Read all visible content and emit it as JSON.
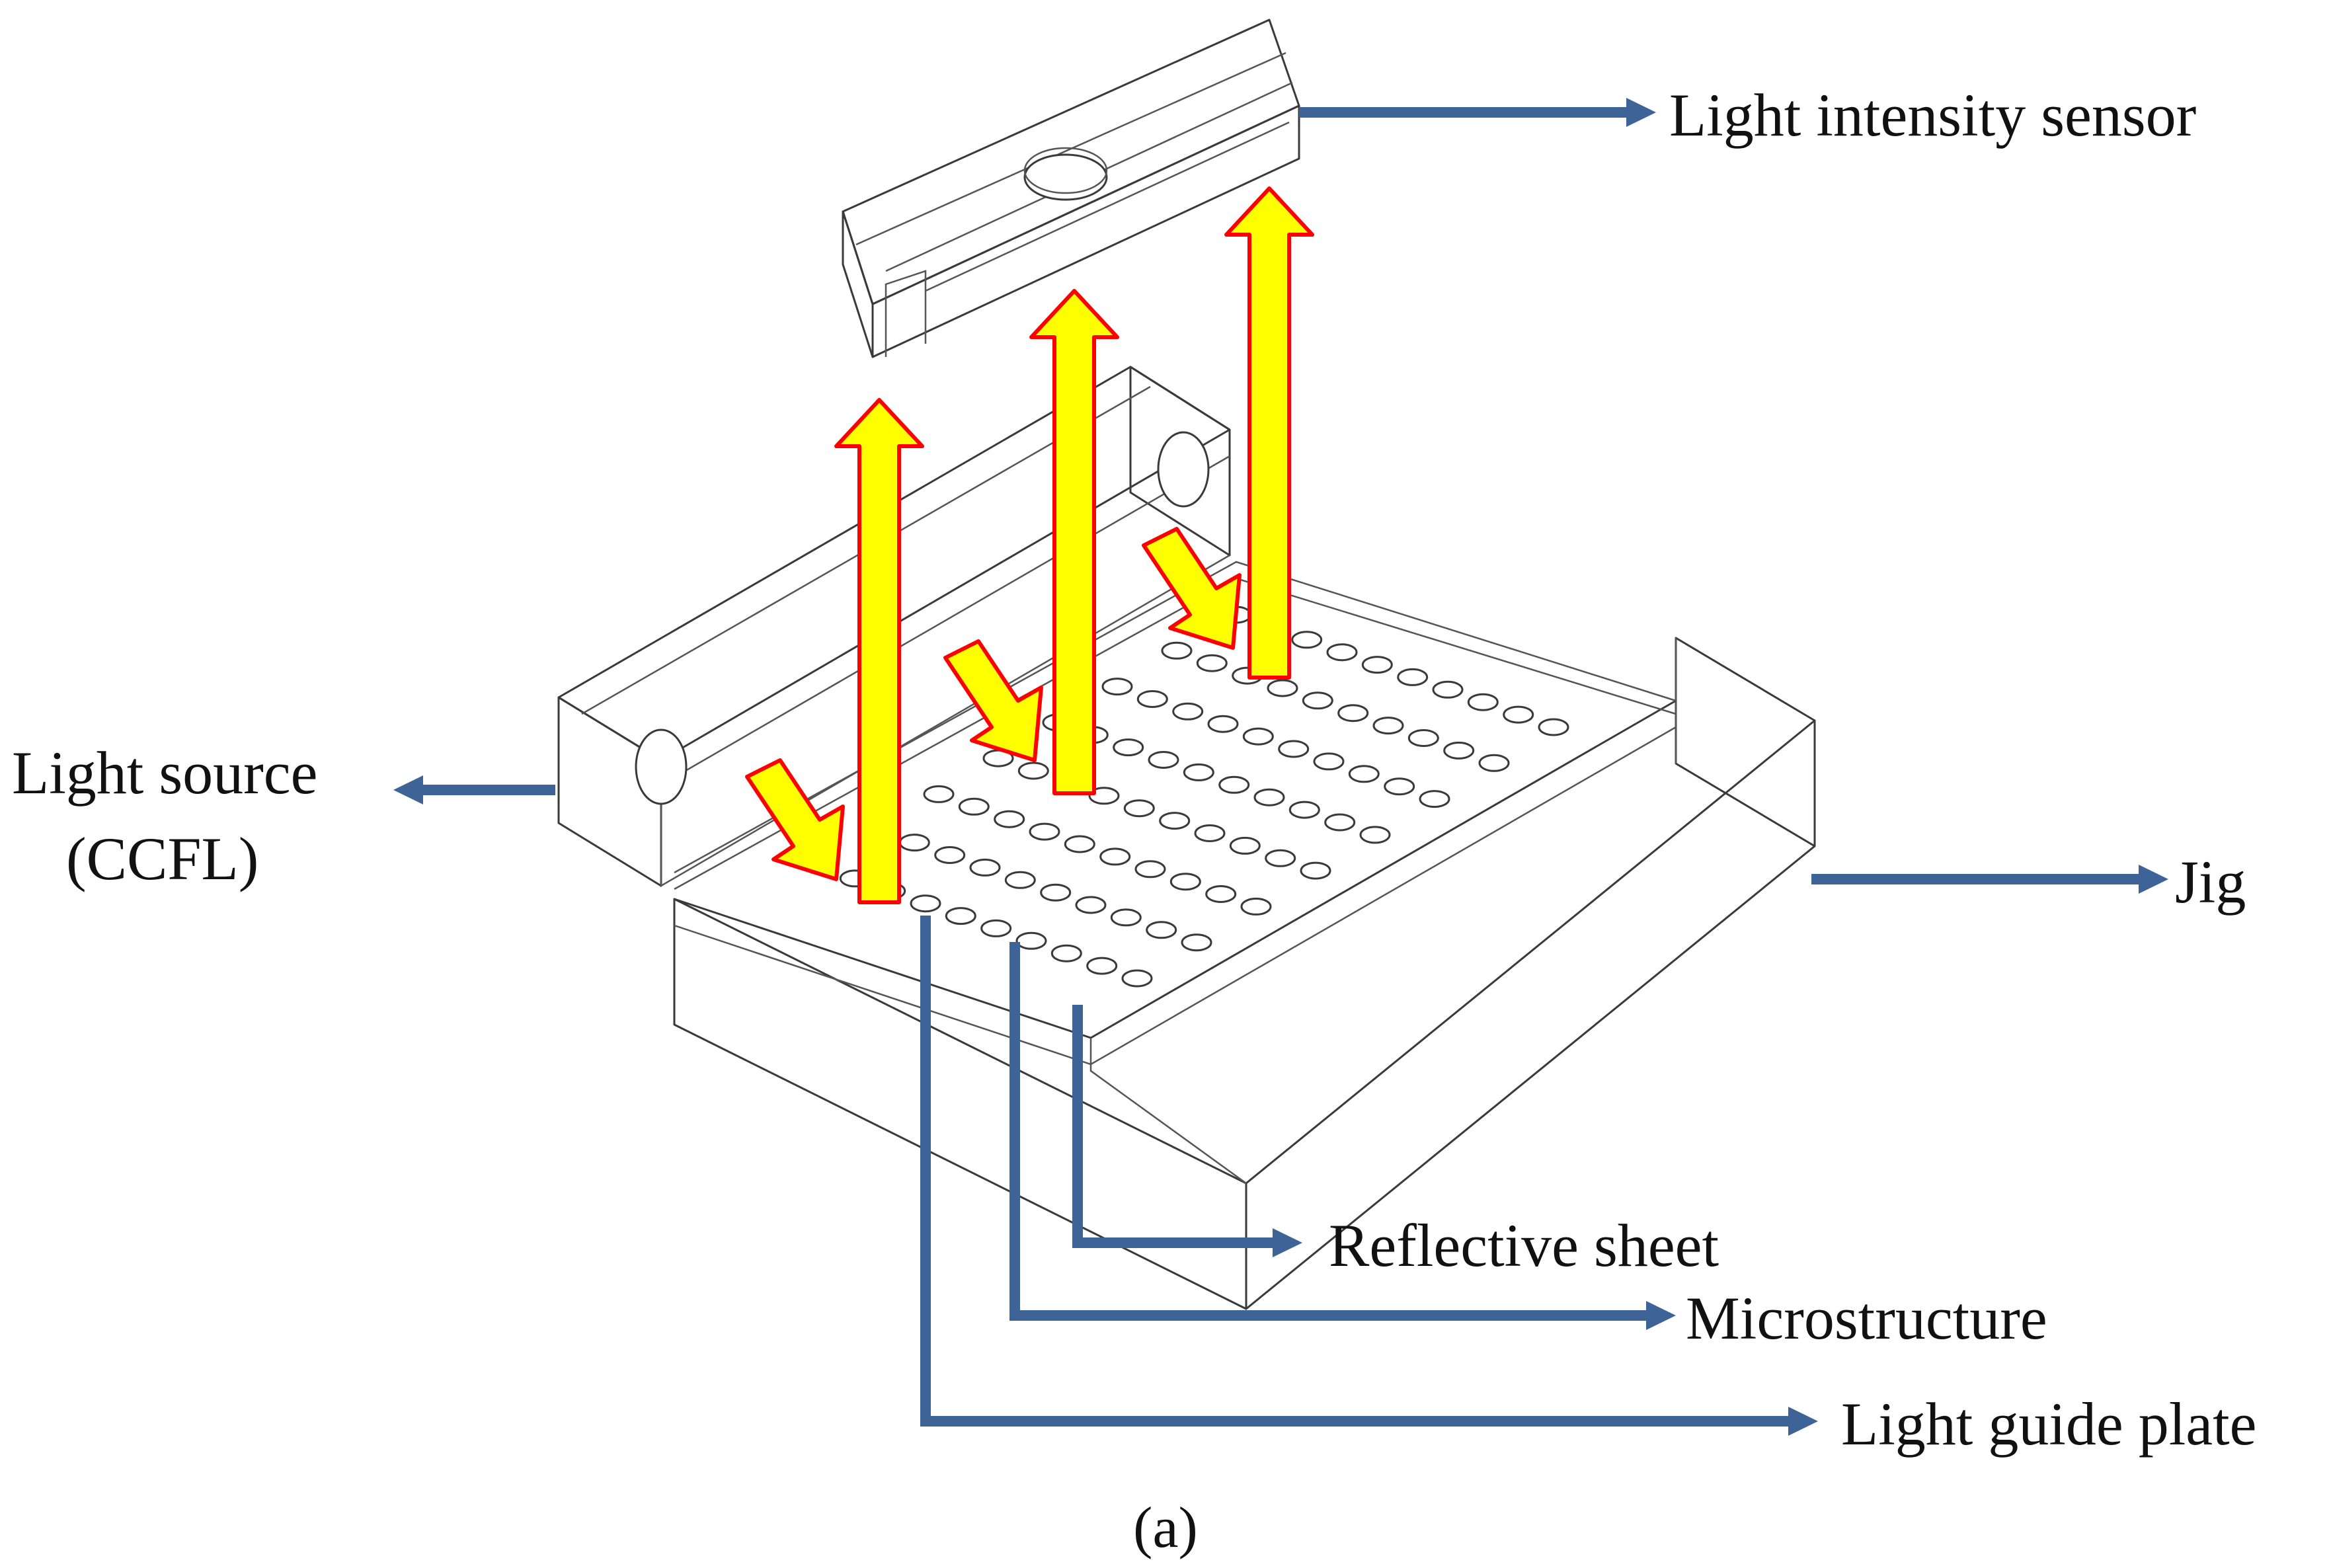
{
  "labels": {
    "sensor": "Light intensity sensor",
    "source_line1": "Light source",
    "source_line2": "(CCFL)",
    "jig": "Jig",
    "reflective": "Reflective sheet",
    "microstructure": "Microstructure",
    "lgp": "Light guide plate"
  },
  "caption": "(a)",
  "colors": {
    "leader": "#3E6397",
    "arrow_fill": "#FFFF00",
    "arrow_outline": "#FF0000",
    "wireframe": "#3a3a3a"
  },
  "microstructure_grid": {
    "rows": 8,
    "cols": 10
  }
}
